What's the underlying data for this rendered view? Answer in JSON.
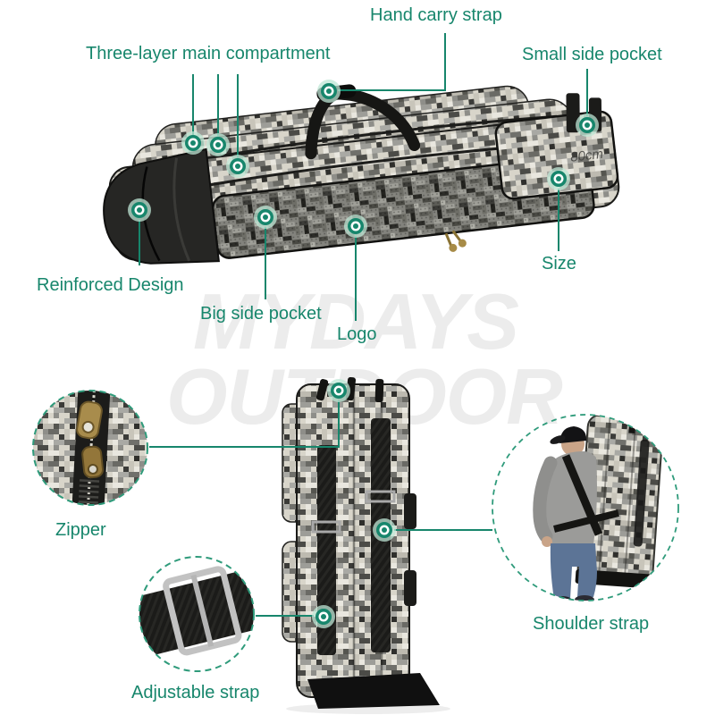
{
  "meta": {
    "accent_color": "#17866C",
    "marker_glow_color": "#BFE7D6",
    "dashed_circle_color": "#2F9B7B",
    "watermark_color": "#ECECEC"
  },
  "watermark": {
    "line1": "MYDAYS",
    "line2": "OUTDOOR"
  },
  "labels": {
    "hand_carry_strap": "Hand carry strap",
    "three_layer_main_compartment": "Three-layer main compartment",
    "small_side_pocket": "Small side pocket",
    "reinforced_design": "Reinforced Design",
    "big_side_pocket": "Big side pocket",
    "logo": "Logo",
    "size": "Size",
    "zipper": "Zipper",
    "adjustable_strap": "Adjustable strap",
    "shoulder_strap": "Shoulder strap"
  },
  "bag": {
    "size_print": "80cm"
  }
}
